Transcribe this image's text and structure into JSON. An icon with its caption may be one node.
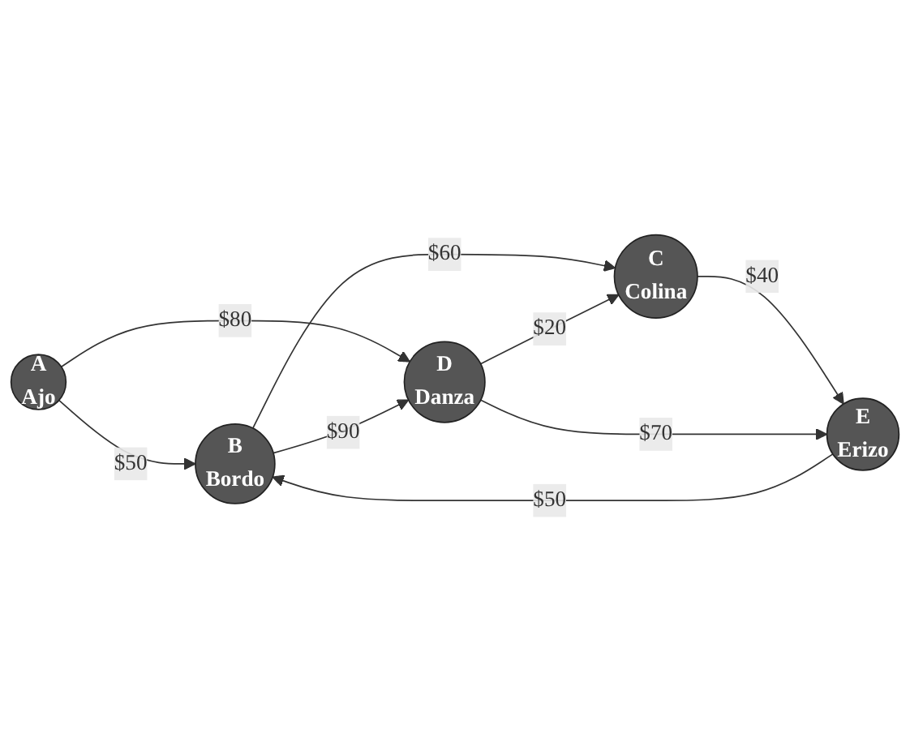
{
  "diagram": {
    "nodes": [
      {
        "text": [
          "A",
          "Ajo"
        ]
      },
      {
        "text": [
          "B",
          "Bordo"
        ]
      },
      {
        "text": [
          "C",
          "Colina"
        ]
      },
      {
        "text": [
          "D",
          "Danza"
        ]
      },
      {
        "text": [
          "E",
          "Erizo"
        ]
      }
    ],
    "edges": [
      {
        "from": 0,
        "to": 1,
        "arrow": "to",
        "label": "$50"
      },
      {
        "from": 0,
        "to": 3,
        "arrow": "to",
        "label": "$80"
      },
      {
        "from": 1,
        "to": 2,
        "arrow": "to",
        "label": "$60"
      },
      {
        "from": 1,
        "to": 3,
        "arrow": "to",
        "label": "$90"
      },
      {
        "from": 2,
        "to": 4,
        "arrow": "to",
        "label": "$40"
      },
      {
        "from": 3,
        "to": 2,
        "arrow": "to",
        "label": "$20"
      },
      {
        "from": 3,
        "to": 4,
        "arrow": "to",
        "label": "$70"
      },
      {
        "from": 4,
        "to": 1,
        "arrow": "to",
        "label": "$50"
      }
    ]
  }
}
